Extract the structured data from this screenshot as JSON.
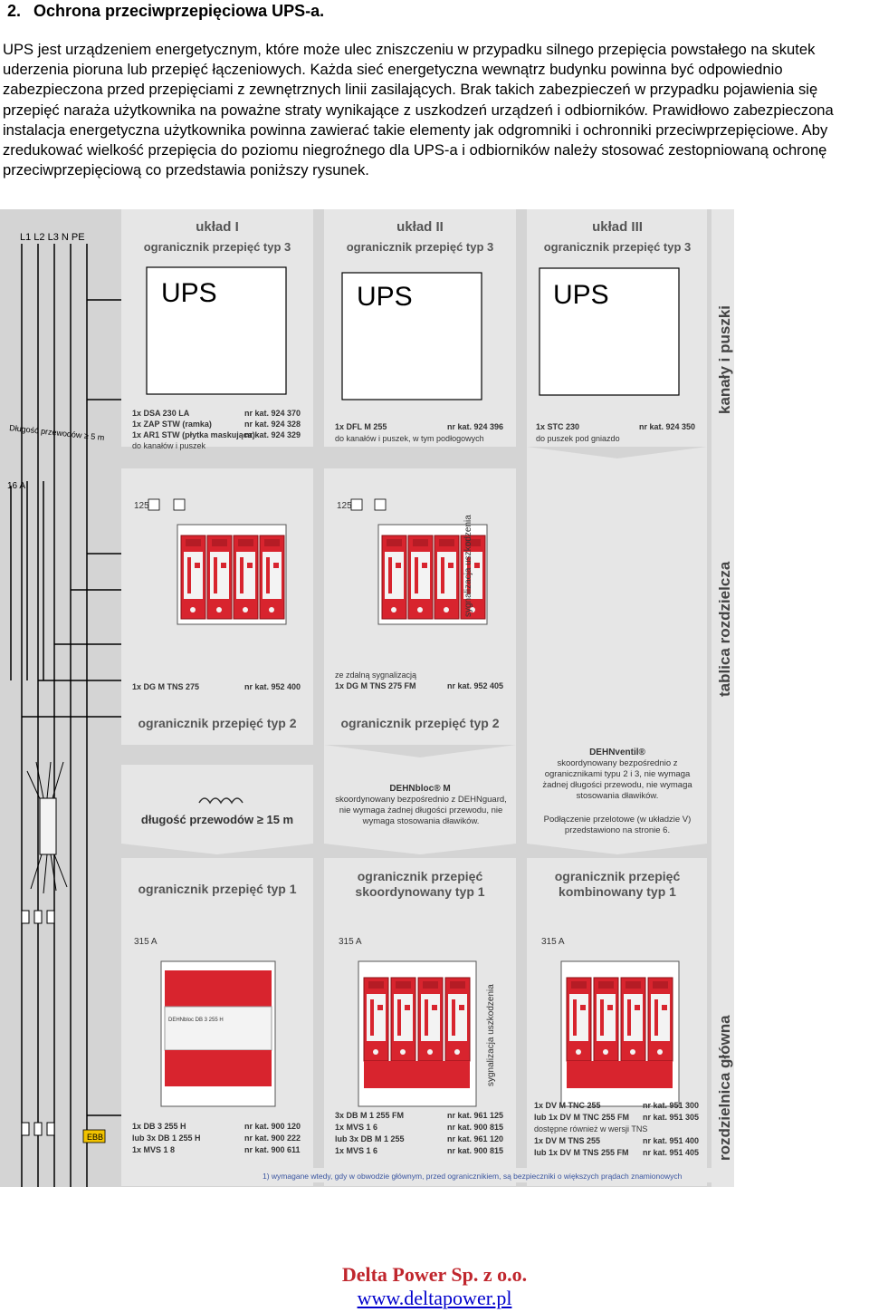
{
  "document": {
    "heading_number": "2.",
    "heading": "Ochrona przeciwprzepięciowa UPS-a.",
    "intro": "UPS jest urządzeniem energetycznym, które może ulec zniszczeniu w przypadku silnego przepięcia powstałego na skutek uderzenia pioruna lub przepięć łączeniowych. Każda sieć energetyczna wewnątrz budynku powinna być odpowiednio zabezpieczona przed przepięciami z zewnętrznych linii zasilających. Brak takich zabezpieczeń w przypadku pojawienia się przepięć naraża użytkownika na poważne straty wynikające z uszkodzeń urządzeń i odbiorników. Prawidłowo zabezpieczona instalacja energetyczna użytkownika powinna zawierać takie elementy jak odgromniki i ochronniki przeciwprzepięciowe. Aby zredukować wielkość przepięcia do poziomu niegroźnego dla UPS-a i odbiorników należy stosować zestopniowaną ochronę przeciwprzepięciową co przedstawia poniższy rysunek."
  },
  "figure": {
    "lines_label": "L1 L2 L3 N PE",
    "cable_length_label": "Długość przewodów ≥ 5 m",
    "fuse_16": "16 A",
    "fuse_125": "125 A",
    "fuse_315": "315 A",
    "ebb": "EBB",
    "zones": {
      "outlets": "kanały i puszki",
      "distribution": "tablica rozdzielcza",
      "main": "rozdzielnica główna"
    },
    "columns": [
      {
        "title": "układ I",
        "ups_label": "UPS",
        "type3_label": "ogranicznik przepięć typ 3",
        "type3_products": [
          {
            "name": "1x DSA 230 LA",
            "cat": "nr kat. 924 370"
          },
          {
            "name": "1x ZAP STW (ramka)",
            "cat": "nr kat. 924 328"
          },
          {
            "name": "1x AR1 STW (płytka maskująca)",
            "cat": "nr kat. 924 329"
          }
        ],
        "type3_note": "do kanałów i puszek",
        "type2_products": [
          {
            "name": "1x DG M TNS 275",
            "cat": "nr kat. 952 400"
          }
        ],
        "type2_label": "ogranicznik przepięć typ 2",
        "middle_note": "długość przewodów ≥ 15 m",
        "type1_label": "ogranicznik przepięć typ 1",
        "device_label": "DEHNbloc DB 3 255 H",
        "type1_products": [
          {
            "name": "1x DB 3 255 H",
            "cat": "nr kat. 900 120"
          },
          {
            "name": "lub 3x DB 1 255 H",
            "cat": "nr kat. 900 222"
          },
          {
            "name": "1x MVS 1 8",
            "cat": "nr kat. 900 611"
          }
        ]
      },
      {
        "title": "układ II",
        "ups_label": "UPS",
        "type3_label": "ogranicznik przepięć typ 3",
        "type3_products": [
          {
            "name": "1x DFL M 255",
            "cat": "nr kat. 924 396"
          }
        ],
        "type3_note": "do kanałów i puszek, w tym podłogowych",
        "type2_prefix": "ze zdalną sygnalizacją",
        "type2_products": [
          {
            "name": "1x DG M TNS 275 FM",
            "cat": "nr kat. 952 405"
          }
        ],
        "type2_label": "ogranicznik przepięć typ 2",
        "signal_label": "sygnalizacja uszkodzenia",
        "middle_title": "DEHNbloc® M",
        "middle_text": "skoordynowany bezpośrednio z DEHNguard, nie wymaga żadnej długości przewodu, nie wymaga stosowania dławików.",
        "type1_label": "ogranicznik przepięć skoordynowany typ 1",
        "type1_products": [
          {
            "name": "3x DB M 1 255 FM",
            "cat": "nr kat. 961 125"
          },
          {
            "name": "1x MVS 1 6",
            "cat": "nr kat. 900 815"
          },
          {
            "name": "lub 3x DB M 1 255",
            "cat": "nr kat. 961 120"
          },
          {
            "name": "1x MVS 1 6",
            "cat": "nr kat. 900 815"
          }
        ]
      },
      {
        "title": "układ III",
        "ups_label": "UPS",
        "type3_label": "ogranicznik przepięć typ 3",
        "type3_products": [
          {
            "name": "1x STC 230",
            "cat": "nr kat. 924 350"
          }
        ],
        "type3_note": "do puszek pod gniazdo",
        "middle_title": "DEHNventil®",
        "middle_text": "skoordynowany bezpośrednio z ogranicznikami typu 2 i 3, nie wymaga żadnej długości przewodu, nie wymaga stosowania dławików.",
        "middle_text2": "Podłączenie przelotowe (w układzie V) przedstawiono na stronie 6.",
        "type1_label": "ogranicznik przepięć kombinowany typ 1",
        "type1_products": [
          {
            "name": "1x DV M TNC 255",
            "cat": "nr kat. 951 300"
          },
          {
            "name": "lub 1x DV M TNC 255 FM",
            "cat": "nr kat. 951 305"
          },
          {
            "name": "dostępne również w wersji TNS",
            "cat": ""
          },
          {
            "name": "1x DV M TNS 255",
            "cat": "nr kat. 951 400"
          },
          {
            "name": "lub 1x DV M TNS 255 FM",
            "cat": "nr kat. 951 405"
          }
        ]
      }
    ],
    "footnote": "1) wymagane wtedy, gdy w obwodzie głównym, przed ogranicznikiem, są bezpieczniki o większych prądach znamionowych"
  },
  "footer": {
    "company": "Delta Power Sp. z o.o.",
    "url": "www.deltapower.pl"
  },
  "colors": {
    "device_red": "#d8242e",
    "panel_gray": "#e6e6e6",
    "background_gray": "#d4d4d4",
    "footer_red": "#c0262d",
    "link_blue": "#0000cc"
  }
}
